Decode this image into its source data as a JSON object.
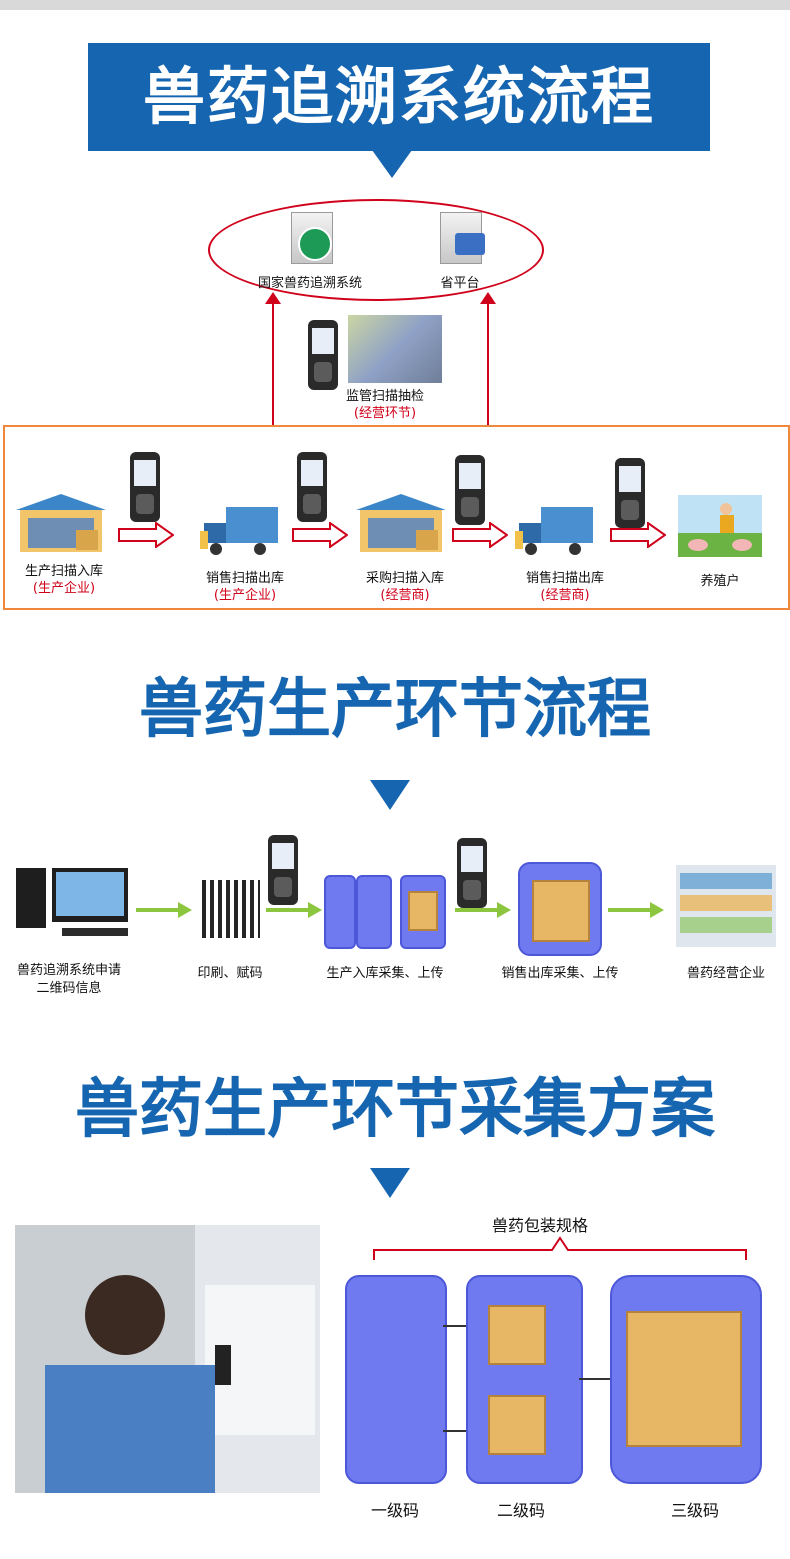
{
  "banner": {
    "title": "兽药追溯系统流程"
  },
  "section1": {
    "national_system": "国家兽药追溯系统",
    "provincial_platform": "省平台",
    "supervision_label": "监管扫描抽检",
    "supervision_sub": "(经营环节)",
    "steps": [
      {
        "label": "生产扫描入库",
        "sub": "(生产企业)"
      },
      {
        "label": "销售扫描出库",
        "sub": "(生产企业)"
      },
      {
        "label": "采购扫描入库",
        "sub": "(经营商)"
      },
      {
        "label": "销售扫描出库",
        "sub": "(经营商)"
      },
      {
        "label": "养殖户",
        "sub": ""
      }
    ]
  },
  "section2": {
    "title": "兽药生产环节流程",
    "steps": [
      {
        "label": "兽药追溯系统申请\n二维码信息"
      },
      {
        "label": "印刷、赋码"
      },
      {
        "label": "生产入库采集、上传"
      },
      {
        "label": "销售出库采集、上传"
      },
      {
        "label": "兽药经营企业"
      }
    ]
  },
  "section3": {
    "title": "兽药生产环节采集方案",
    "package_spec": "兽药包装规格",
    "levels": [
      "一级码",
      "二级码",
      "三级码"
    ]
  },
  "colors": {
    "brand_blue": "#1565b0",
    "red": "#d0021b",
    "orange": "#f0883b",
    "green": "#8cc63f"
  }
}
